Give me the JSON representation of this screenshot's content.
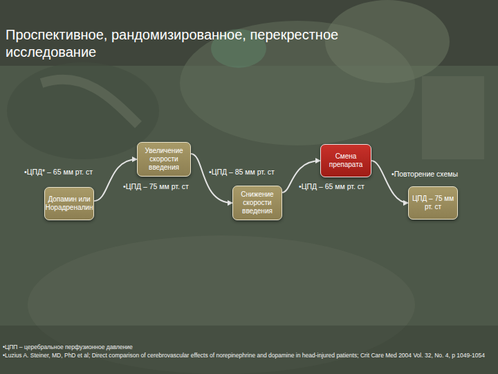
{
  "diagram": {
    "title": "Проспективное, рандомизированное, перекрестное исследование",
    "nodes": [
      {
        "text": [
          "Допамин или Норадреналин"
        ]
      },
      {
        "text": [
          "Увеличение скорости введения"
        ]
      },
      {
        "text": [
          "Снижение скорости введения"
        ]
      },
      {
        "text": [
          "Смена препарата"
        ]
      },
      {
        "text": [
          "ЦПД – 75 мм рт. ст"
        ]
      }
    ],
    "edges": [
      {
        "from": 0,
        "to": 1,
        "arrow": "to"
      },
      {
        "from": 1,
        "to": 2,
        "arrow": "to"
      },
      {
        "from": 2,
        "to": 3,
        "arrow": "to"
      },
      {
        "from": 3,
        "to": 4,
        "arrow": "to"
      }
    ],
    "labels": [
      "•ЦПД* – 65 мм рт. ст",
      "•ЦПД – 75 мм рт. ст",
      "•ЦПД – 85 мм рт. ст",
      "•ЦПД – 65 мм рт. ст",
      "•Повторение схемы",
      "•ЦПП – церебральное перфузионное давление",
      "•Luzius A. Steiner, MD, PhD et al; Direct comparison of cerebrovascular effects of norepinephrine and dopamine in head-injured patients; Crit Care Med 2004 Vol. 32, No. 4, p 1049-1054"
    ]
  }
}
